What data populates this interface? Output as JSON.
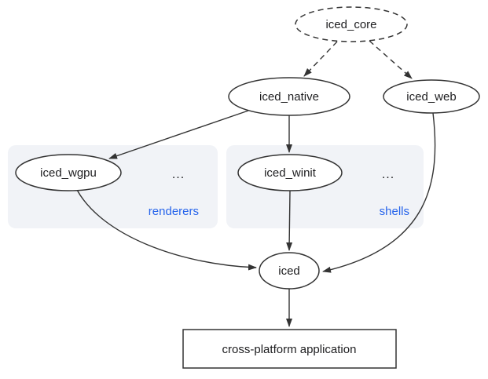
{
  "nodes": {
    "iced_core": "iced_core",
    "iced_native": "iced_native",
    "iced_web": "iced_web",
    "iced_wgpu": "iced_wgpu",
    "iced_winit": "iced_winit",
    "iced": "iced",
    "application": "cross-platform application"
  },
  "groups": {
    "renderers": {
      "label": "renderers",
      "ellipsis": "..."
    },
    "shells": {
      "label": "shells",
      "ellipsis": "..."
    }
  },
  "edges": [
    {
      "from": "iced_core",
      "to": "iced_native",
      "style": "dashed"
    },
    {
      "from": "iced_core",
      "to": "iced_web",
      "style": "dashed"
    },
    {
      "from": "iced_native",
      "to": "iced_wgpu",
      "style": "solid"
    },
    {
      "from": "iced_native",
      "to": "iced_winit",
      "style": "solid"
    },
    {
      "from": "iced_wgpu",
      "to": "iced",
      "style": "solid"
    },
    {
      "from": "iced_winit",
      "to": "iced",
      "style": "solid"
    },
    {
      "from": "iced_web",
      "to": "iced",
      "style": "solid"
    },
    {
      "from": "iced",
      "to": "application",
      "style": "solid"
    }
  ],
  "colors": {
    "group_label": "#2563eb",
    "group_background": "#f1f3f7",
    "stroke": "#333333",
    "background": "#ffffff"
  }
}
